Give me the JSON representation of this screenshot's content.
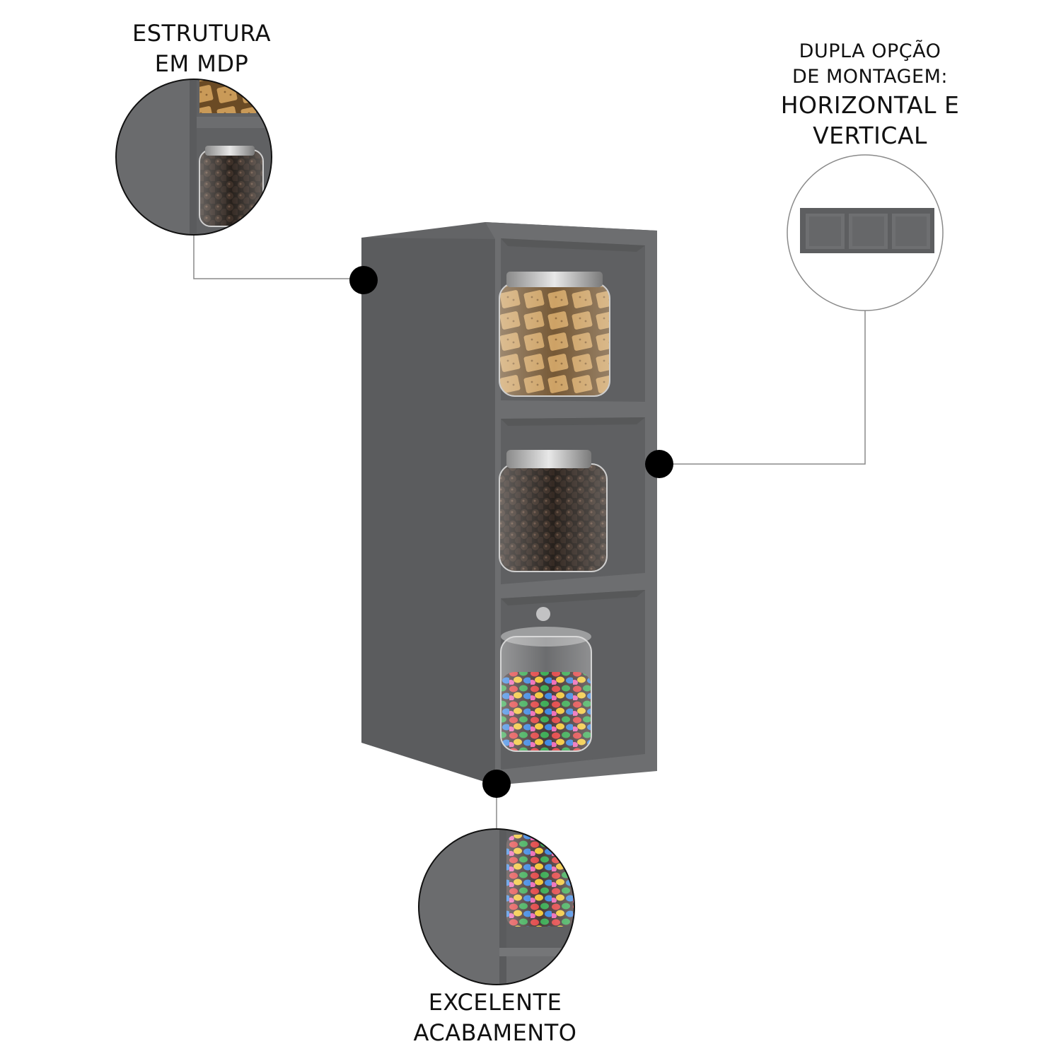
{
  "callouts": {
    "structure": {
      "line1": "ESTRUTURA",
      "line2": "EM MDP"
    },
    "mounting": {
      "line1": "DUPLA OPÇÃO",
      "line2": "DE MONTAGEM:",
      "line3": "HORIZONTAL E",
      "line4": "VERTICAL"
    },
    "finish": {
      "line1": "EXCELENTE",
      "line2": "ACABAMENTO"
    }
  },
  "colors": {
    "cabinet_front": "#6b6c6e",
    "cabinet_side": "#5b5c5e",
    "cabinet_inner": "#67686a",
    "marker": "#000000",
    "leader_line": "#8a8a8a"
  },
  "icons": [
    "marker-dot",
    "jar-crackers",
    "jar-chocolate",
    "jar-candies"
  ]
}
